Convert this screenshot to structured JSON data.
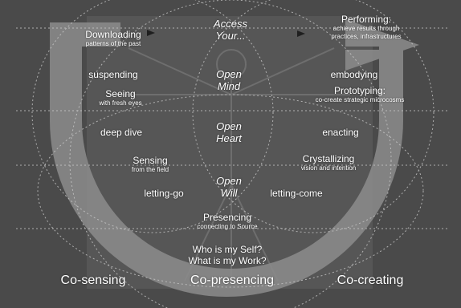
{
  "header": {
    "line1": "Access",
    "line2": "Your..."
  },
  "center": {
    "mind": [
      "Open",
      "Mind"
    ],
    "heart": [
      "Open",
      "Heart"
    ],
    "will": [
      "Open",
      "Will"
    ]
  },
  "left": {
    "downloading": {
      "title": "Downloading",
      "sub": "patterns of the past"
    },
    "suspending": "suspending",
    "seeing": {
      "title": "Seeing",
      "sub": "with fresh eyes"
    },
    "deep_dive": "deep dive",
    "sensing": {
      "title": "Sensing",
      "sub": "from the field"
    },
    "letting_go": "letting-go"
  },
  "right": {
    "performing": {
      "title": "Performing:",
      "sub1": "achieve results through",
      "sub2": "practices, infrastructures"
    },
    "embodying": "embodying",
    "prototyping": {
      "title": "Prototyping:",
      "sub": "co-create strategic microcosms"
    },
    "enacting": "enacting",
    "crystallizing": {
      "title": "Crystallizing",
      "sub": "vision and intention"
    },
    "letting_come": "letting-come"
  },
  "bottom": {
    "presencing": {
      "title": "Presencing",
      "sub": "connecting to Source"
    },
    "questions": [
      "Who is my Self?",
      "What is my Work?"
    ]
  },
  "footer": {
    "co_sensing": "Co-sensing",
    "co_presencing": "Co-presencing",
    "co_creating": "Co-creating"
  },
  "colors": {
    "background": "#4a4a4a",
    "u_shape": "#8a8a8a",
    "text": "#ffffff",
    "dotted_lines": "#c8c8c8"
  }
}
